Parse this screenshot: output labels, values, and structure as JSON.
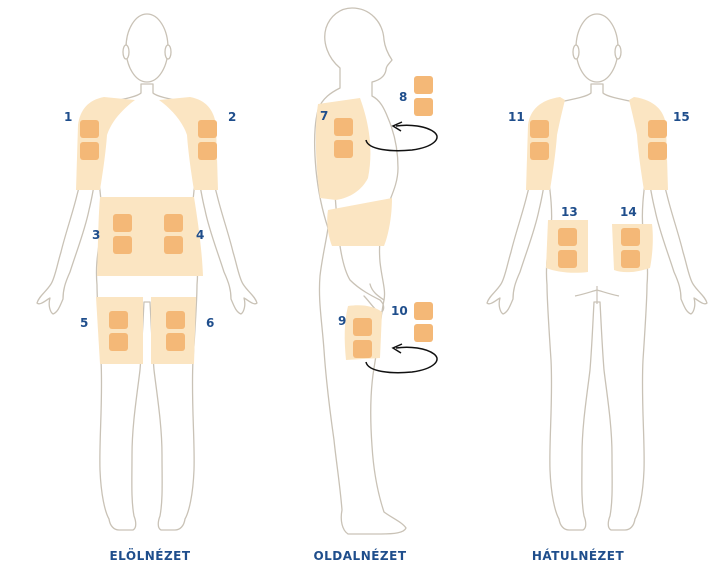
{
  "colors": {
    "zone": "#fbe5c2",
    "patch": "#f4b877",
    "outline": "#c9c2b6",
    "label": "#1f4e8c",
    "arrow": "#111111"
  },
  "views": {
    "front": {
      "label": "ELÖLNÉZET"
    },
    "side": {
      "label": "OLDALNÉZET"
    },
    "back": {
      "label": "HÁTULNÉZET"
    }
  },
  "sites": [
    {
      "number": "1",
      "view": "front",
      "region": "upper-arm-right"
    },
    {
      "number": "2",
      "view": "front",
      "region": "upper-arm-left"
    },
    {
      "number": "3",
      "view": "front",
      "region": "abdomen-right"
    },
    {
      "number": "4",
      "view": "front",
      "region": "abdomen-left"
    },
    {
      "number": "5",
      "view": "front",
      "region": "thigh-right"
    },
    {
      "number": "6",
      "view": "front",
      "region": "thigh-left"
    },
    {
      "number": "7",
      "view": "side",
      "region": "upper-arm"
    },
    {
      "number": "8",
      "view": "side",
      "region": "upper-arm-rotated"
    },
    {
      "number": "9",
      "view": "side",
      "region": "thigh"
    },
    {
      "number": "10",
      "view": "side",
      "region": "thigh-rotated"
    },
    {
      "number": "11",
      "view": "back",
      "region": "upper-arm-left"
    },
    {
      "number": "13",
      "view": "back",
      "region": "buttock-left"
    },
    {
      "number": "14",
      "view": "back",
      "region": "buttock-right"
    },
    {
      "number": "15",
      "view": "back",
      "region": "upper-arm-right"
    }
  ]
}
